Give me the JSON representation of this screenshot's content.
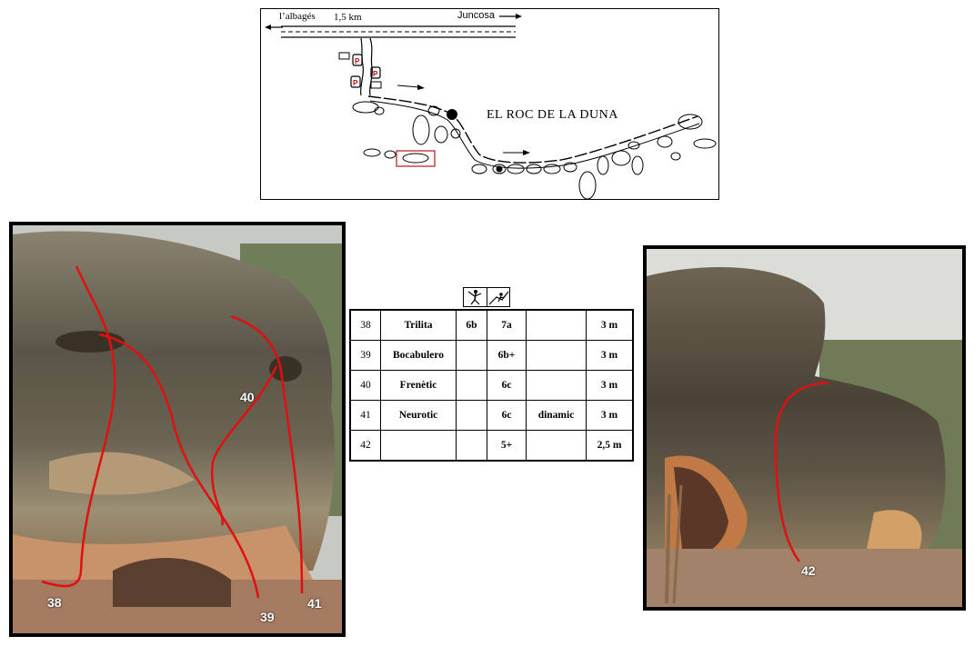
{
  "map": {
    "left_label": "l’albagés",
    "distance": "1,5 km",
    "right_label": "Juncosa",
    "parking_symbol": "P",
    "title": "EL ROC DE LA DUNA"
  },
  "legend_icons": [
    "climber-icon",
    "boulder-icon"
  ],
  "routes": [
    {
      "num": "38",
      "name": "Trilita",
      "grade_a": "6b",
      "grade_b": "7a",
      "note": "",
      "length": "3 m"
    },
    {
      "num": "39",
      "name": "Bocabulero",
      "grade_a": "",
      "grade_b": "6b+",
      "note": "",
      "length": "3 m"
    },
    {
      "num": "40",
      "name": "Frenètic",
      "grade_a": "",
      "grade_b": "6c",
      "note": "",
      "length": "3 m"
    },
    {
      "num": "41",
      "name": "Neurotic",
      "grade_a": "",
      "grade_b": "6c",
      "note": "dinamic",
      "length": "3 m"
    },
    {
      "num": "42",
      "name": "",
      "grade_a": "",
      "grade_b": "5+",
      "note": "",
      "length": "2,5 m"
    }
  ],
  "photo_left": {
    "labels": [
      "38",
      "39",
      "40",
      "41"
    ]
  },
  "photo_right": {
    "labels": [
      "42"
    ]
  },
  "colors": {
    "route_line": "#e01010",
    "marker_box": "#c0262b"
  }
}
